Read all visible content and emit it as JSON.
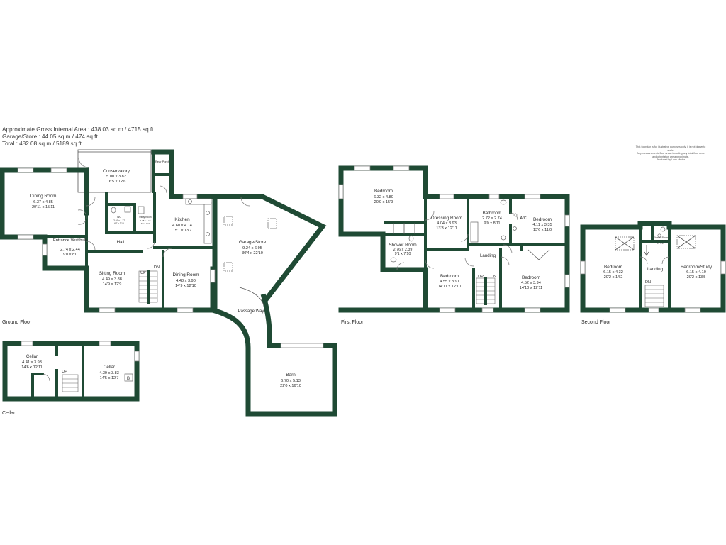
{
  "header": {
    "lines": [
      "Approximate Gross Internal Area : 438.03 sq m / 4715 sq ft",
      "Garage/Store : 44.05 sq m / 474 sq ft",
      "Total : 482.08 sq m / 5189 sq ft"
    ]
  },
  "disclaimer": {
    "lines": [
      "This floorplan is for illustrative purposes only, it is not drawn to scale.",
      "Any measurements floor areas including any total floor area",
      "and orientation are approximate.",
      "Produced by Lens-Media"
    ]
  },
  "floors": {
    "ground": "Ground Floor",
    "first": "First Floor",
    "second": "Second Floor",
    "cellar": "Cellar"
  },
  "rooms": {
    "conservatory": {
      "name": "Conservatory",
      "metric": "5.00 x 3.82",
      "imperial": "16'5 x 12'6"
    },
    "rear_porch": {
      "name": "Rear Porch"
    },
    "dining_room_large": {
      "name": "Dining Room",
      "metric": "6.37 x 4.85",
      "imperial": "20'11 x 15'11"
    },
    "wc": {
      "name": "WC",
      "metric": "2.01 x 1.17",
      "imperial": "6'7 x 3'10"
    },
    "utility": {
      "name": "Utility Room",
      "metric": "1.35 x 1.18",
      "imperial": "4'5 x 3'11"
    },
    "kitchen": {
      "name": "Kitchen",
      "metric": "4.60 x 4.14",
      "imperial": "15'1 x 13'7"
    },
    "entrance": {
      "name": "Entrance Vestibule",
      "metric": "2.74 x 2.44",
      "imperial": "9'0 x 8'0"
    },
    "hall": {
      "name": "Hall"
    },
    "sitting_room": {
      "name": "Sitting Room",
      "metric": "4.49 x 3.88",
      "imperial": "14'9 x 12'9"
    },
    "dining_room": {
      "name": "Dining Room",
      "metric": "4.48 x 3.90",
      "imperial": "14'9 x 12'10"
    },
    "garage": {
      "name": "Garage/Store",
      "metric": "9.24 x 6.95",
      "imperial": "30'4 x 22'10"
    },
    "passage": {
      "name": "Passage Way"
    },
    "barn": {
      "name": "Barn",
      "metric": "6.70 x 5.13",
      "imperial": "22'0 x 16'10"
    },
    "bedroom1": {
      "name": "Bedroom",
      "metric": "6.32 x 4.80",
      "imperial": "20'9 x 15'9"
    },
    "dressing": {
      "name": "Dressing Room",
      "metric": "4.04 x 3.93",
      "imperial": "13'3 x 12'11"
    },
    "bathroom": {
      "name": "Bathroom",
      "metric": "2.72 x 2.74",
      "imperial": "9'0 x 8'11"
    },
    "bedroom2": {
      "name": "Bedroom",
      "metric": "4.11 x 3.35",
      "imperial": "13'6 x 11'0"
    },
    "shower": {
      "name": "Shower Room",
      "metric": "2.76 x 2.39",
      "imperial": "9'1 x 7'10"
    },
    "bedroom3": {
      "name": "Bedroom",
      "metric": "4.55 x 3.91",
      "imperial": "14'11 x 12'10"
    },
    "bedroom4": {
      "name": "Bedroom",
      "metric": "4.52 x 3.94",
      "imperial": "14'10 x 12'11"
    },
    "landing1": {
      "name": "Landing"
    },
    "ac": {
      "name": "A/C"
    },
    "bedroom5": {
      "name": "Bedroom",
      "metric": "6.15 x 4.32",
      "imperial": "20'2 x 14'2"
    },
    "bedroom_study": {
      "name": "Bedroom/Study",
      "metric": "6.15 x 4.10",
      "imperial": "20'2 x 13'5"
    },
    "landing2": {
      "name": "Landing"
    },
    "shower2": {
      "name": "Shower Room",
      "metric": "2.00 x 1.22",
      "imperial": "6'7 x 4'0"
    },
    "cellar1": {
      "name": "Cellar",
      "metric": "4.41 x 3.93",
      "imperial": "14'6 x 12'11"
    },
    "cellar2": {
      "name": "Cellar",
      "metric": "4.39 x 3.83",
      "imperial": "14'5 x 12'7"
    }
  },
  "stairs": {
    "up": "UP",
    "down": "DN"
  },
  "boiler": "B",
  "colors": {
    "wall": "#1f4a34",
    "text": "#2b2b2b"
  }
}
